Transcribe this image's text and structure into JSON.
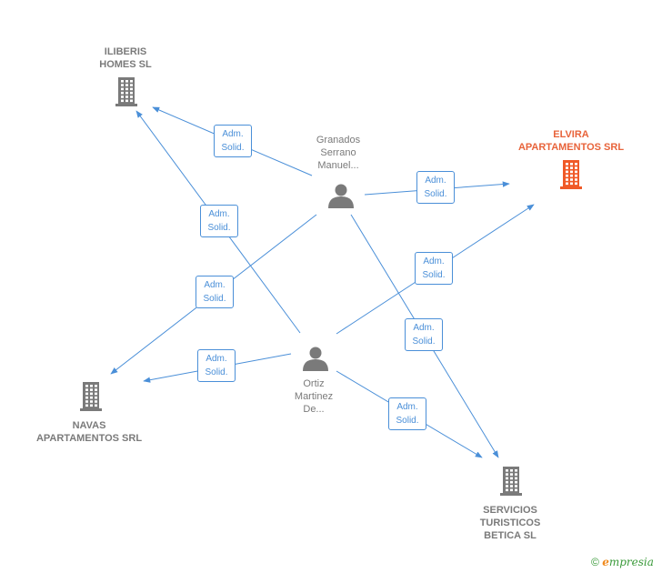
{
  "colors": {
    "edge": "#4a8fd8",
    "company_icon": "#7a7a7a",
    "highlight_icon": "#f05a28",
    "person_icon": "#7a7a7a",
    "highlight_text": "#e8633a"
  },
  "nodes": [
    {
      "id": "iliberis",
      "type": "company",
      "label": [
        "ILIBERIS",
        "HOMES  SL"
      ],
      "highlight": false
    },
    {
      "id": "elvira",
      "type": "company",
      "label": [
        "ELVIRA",
        "APARTAMENTOS SRL"
      ],
      "highlight": true
    },
    {
      "id": "navas",
      "type": "company",
      "label": [
        "NAVAS",
        "APARTAMENTOS SRL"
      ],
      "highlight": false
    },
    {
      "id": "servicios",
      "type": "company",
      "label": [
        "SERVICIOS",
        "TURISTICOS",
        "BETICA  SL"
      ],
      "highlight": false
    },
    {
      "id": "granados",
      "type": "person",
      "label": [
        "Granados",
        "Serrano",
        "Manuel..."
      ],
      "highlight": false
    },
    {
      "id": "ortiz",
      "type": "person",
      "label": [
        "Ortiz",
        "Martinez",
        "De..."
      ],
      "highlight": false
    }
  ],
  "edges": [
    {
      "from": "granados",
      "to": "iliberis",
      "label": [
        "Adm.",
        "Solid."
      ]
    },
    {
      "from": "granados",
      "to": "elvira",
      "label": [
        "Adm.",
        "Solid."
      ]
    },
    {
      "from": "granados",
      "to": "navas",
      "label": [
        "Adm.",
        "Solid."
      ]
    },
    {
      "from": "granados",
      "to": "servicios",
      "label": [
        "Adm.",
        "Solid."
      ]
    },
    {
      "from": "ortiz",
      "to": "iliberis",
      "label": [
        "Adm.",
        "Solid."
      ]
    },
    {
      "from": "ortiz",
      "to": "elvira",
      "label": [
        "Adm.",
        "Solid."
      ]
    },
    {
      "from": "ortiz",
      "to": "navas",
      "label": [
        "Adm.",
        "Solid."
      ]
    },
    {
      "from": "ortiz",
      "to": "servicios",
      "label": [
        "Adm.",
        "Solid."
      ]
    }
  ],
  "footer": {
    "copyright": "©",
    "brand_first": "e",
    "brand_rest": "mpresia"
  }
}
